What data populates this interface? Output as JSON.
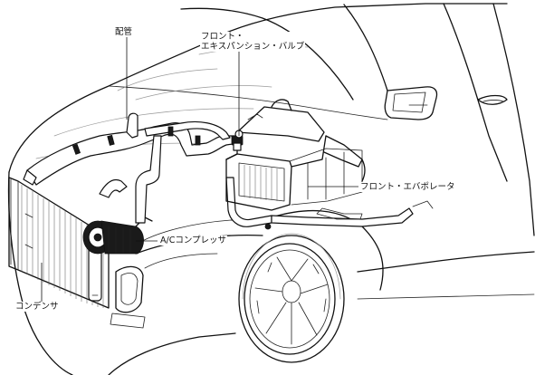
{
  "labels": {
    "piping": "配管",
    "expansion_valve_line1": "フロント・",
    "expansion_valve_line2": "エキスパンション・バルブ",
    "evaporator": "フロント・エバポレータ",
    "compressor": "A/Cコンプレッサ",
    "condenser": "コンデンサ"
  }
}
